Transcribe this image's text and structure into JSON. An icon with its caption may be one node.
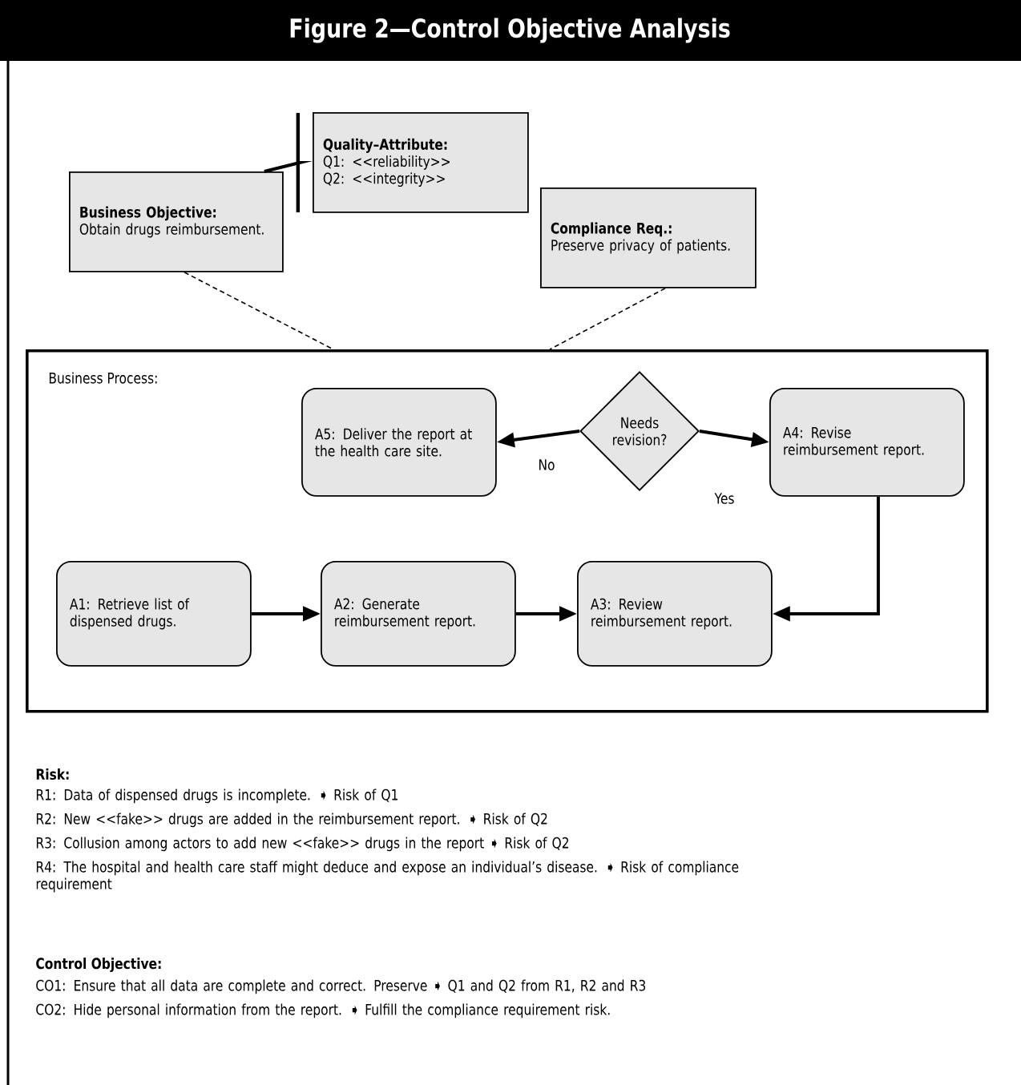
{
  "diagram": {
    "title": "Figure 2—Control Objective Analysis",
    "nodes": [
      {
        "text": [
          "Business Objective:",
          "Obtain drugs reimbursement."
        ]
      },
      {
        "text": [
          "Quality–Attribute:",
          "Q1:  <<reliability>>",
          "Q2:  <<integrity>>"
        ]
      },
      {
        "text": [
          "Compliance Req.:",
          "Preserve privacy of patients."
        ]
      },
      {
        "text": [
          "Business Process:"
        ]
      },
      {
        "text": [
          "A5:  Deliver the report at the health care site."
        ],
        "in": 3
      },
      {
        "text": [
          "Needs revision?"
        ],
        "in": 3
      },
      {
        "text": [
          "A4:  Revise reimbursement report."
        ],
        "in": 3
      },
      {
        "text": [
          "A1:  Retrieve list of dispensed drugs."
        ],
        "in": 3
      },
      {
        "text": [
          "A2:  Generate reimbursement report."
        ],
        "in": 3
      },
      {
        "text": [
          "A3:  Review reimbursement report."
        ],
        "in": 3
      }
    ],
    "edges": [
      {
        "from": 0,
        "to": 1,
        "arrow": "other"
      },
      {
        "from": 0,
        "to": 3,
        "arrow": "none",
        "style": "dashed"
      },
      {
        "from": 2,
        "to": 3,
        "arrow": "none",
        "style": "dashed"
      },
      {
        "from": 5,
        "to": 4,
        "arrow": "to",
        "label": "No"
      },
      {
        "from": 5,
        "to": 6,
        "arrow": "to",
        "label": "Yes"
      },
      {
        "from": 6,
        "to": 9,
        "arrow": "to"
      },
      {
        "from": 7,
        "to": 8,
        "arrow": "to"
      },
      {
        "from": 8,
        "to": 9,
        "arrow": "to"
      }
    ],
    "labels": [
      "Risk:",
      "R1:  Data of dispensed drugs is incomplete. ➧ Risk of Q1",
      "R2:  New <<fake>> drugs are added in the reimbursement report. ➧ Risk of Q2",
      "R3:  Collusion among actors to add new <<fake>> drugs in the report ➧ Risk of Q2",
      "R4:  The hospital and health care staff might deduce and expose an individual’s disease. ➧ Risk of compliance requirement",
      "Control Objective:",
      "CO1:  Ensure that all data are complete and correct. Preserve ➧ Q1 and Q2 from R1, R2 and R3",
      "CO2:  Hide personal information from the report. ➧ Fulfill the compliance requirement risk."
    ]
  }
}
